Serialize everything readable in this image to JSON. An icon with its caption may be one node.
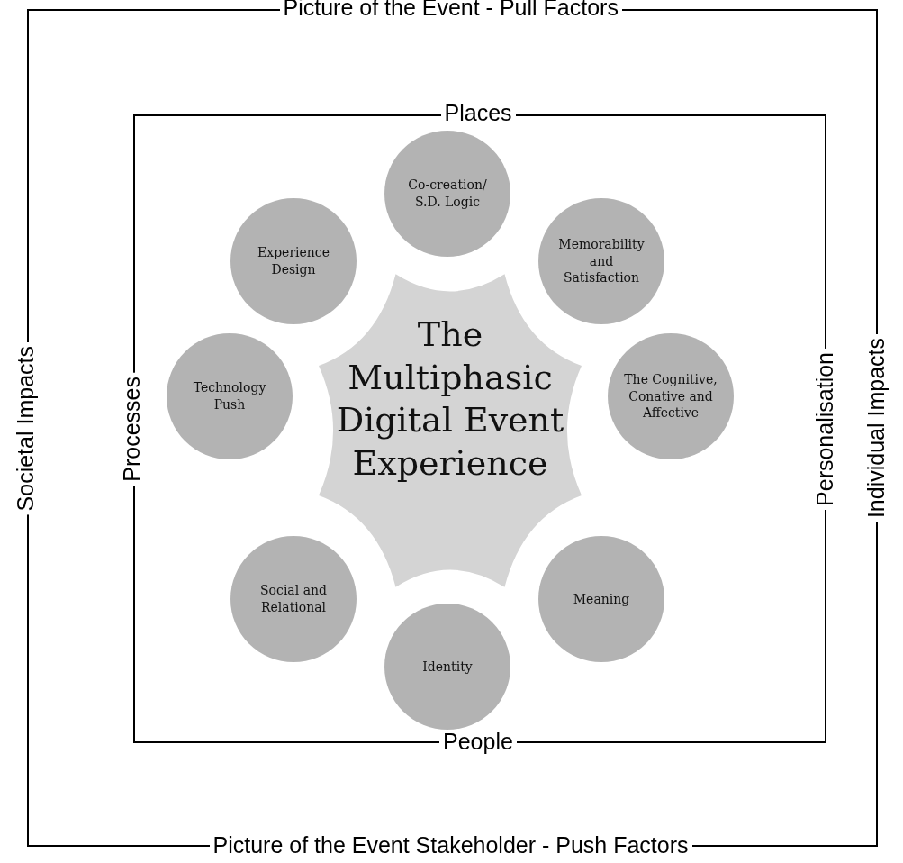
{
  "diagram": {
    "nodes": [
      {
        "text": [
          "Picture of the Event - Pull Factors",
          "Societal Impacts",
          "Individual Impacts",
          "Picture of the Event Stakeholder - Push Factors"
        ]
      },
      {
        "text": [
          "Places",
          "Processes",
          "Personalisation",
          "People"
        ],
        "in": 0
      },
      {
        "text": [
          "The Multiphasic Digital Event Experience"
        ],
        "in": 1
      },
      {
        "text": [
          "Co-creation/ S.D. Logic"
        ],
        "in": 1
      },
      {
        "text": [
          "Experience Design"
        ],
        "in": 1
      },
      {
        "text": [
          "Memorability and Satisfaction"
        ],
        "in": 1
      },
      {
        "text": [
          "Technology Push"
        ],
        "in": 1
      },
      {
        "text": [
          "The Cognitive, Conative and Affective"
        ],
        "in": 1
      },
      {
        "text": [
          "Social and Relational"
        ],
        "in": 1
      },
      {
        "text": [
          "Meaning"
        ],
        "in": 1
      },
      {
        "text": [
          "Identity"
        ],
        "in": 1
      }
    ],
    "edges": []
  }
}
